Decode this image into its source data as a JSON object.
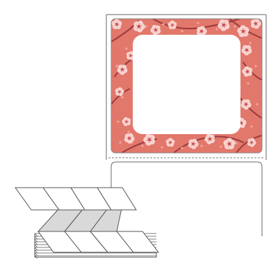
{
  "product": {
    "type": "fanfold-label-stock",
    "label_shape": "square-rounded",
    "perforation_between_labels": true
  },
  "label_design": {
    "theme": "plum-blossom-frame",
    "frame_color": "#e2776b",
    "frame_dot_color": "#f3a79d",
    "branch_color": "#9a3b3e",
    "blossom_color": "#f8d3cf",
    "blossom_center_color": "#c9504e",
    "window_color": "#ffffff"
  },
  "colors": {
    "liner_stroke": "#666666",
    "stack_stroke": "#555555",
    "stack_shade": "#d9d9d9",
    "background": "#ffffff"
  }
}
